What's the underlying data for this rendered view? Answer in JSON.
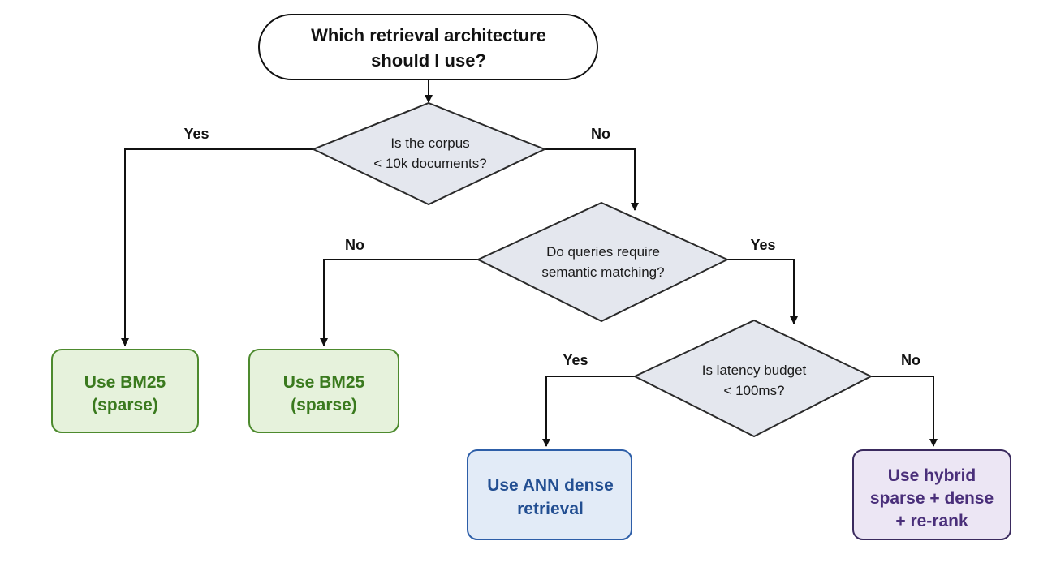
{
  "start": {
    "line1": "Which retrieval architecture",
    "line2": "should I use?"
  },
  "decisions": {
    "corpus": {
      "line1": "Is the corpus",
      "line2": "< 10k documents?"
    },
    "semantic": {
      "line1": "Do queries require",
      "line2": "semantic matching?"
    },
    "latency": {
      "line1": "Is latency budget",
      "line2": "< 100ms?"
    }
  },
  "edges": {
    "corpus_yes": "Yes",
    "corpus_no": "No",
    "semantic_no": "No",
    "semantic_yes": "Yes",
    "latency_yes": "Yes",
    "latency_no": "No"
  },
  "outcomes": {
    "bm25_a": {
      "line1": "Use BM25",
      "line2": "(sparse)"
    },
    "bm25_b": {
      "line1": "Use BM25",
      "line2": "(sparse)"
    },
    "ann": {
      "line1": "Use ANN dense",
      "line2": "retrieval"
    },
    "hybrid": {
      "line1": "Use hybrid",
      "line2": "sparse + dense",
      "line3": "+ re-rank"
    }
  },
  "colors": {
    "line": "#111111",
    "decision_fill": "#e4e7ee",
    "decision_stroke": "#2a2a2a",
    "green_fill": "#e6f2dc",
    "green_stroke": "#4d8a2e",
    "green_text": "#3a7a1e",
    "blue_fill": "#e2ebf7",
    "blue_stroke": "#2d5ea8",
    "blue_text": "#234f92",
    "purple_fill": "#ece6f4",
    "purple_stroke": "#3a2a5e",
    "purple_text": "#4a2f7a"
  }
}
